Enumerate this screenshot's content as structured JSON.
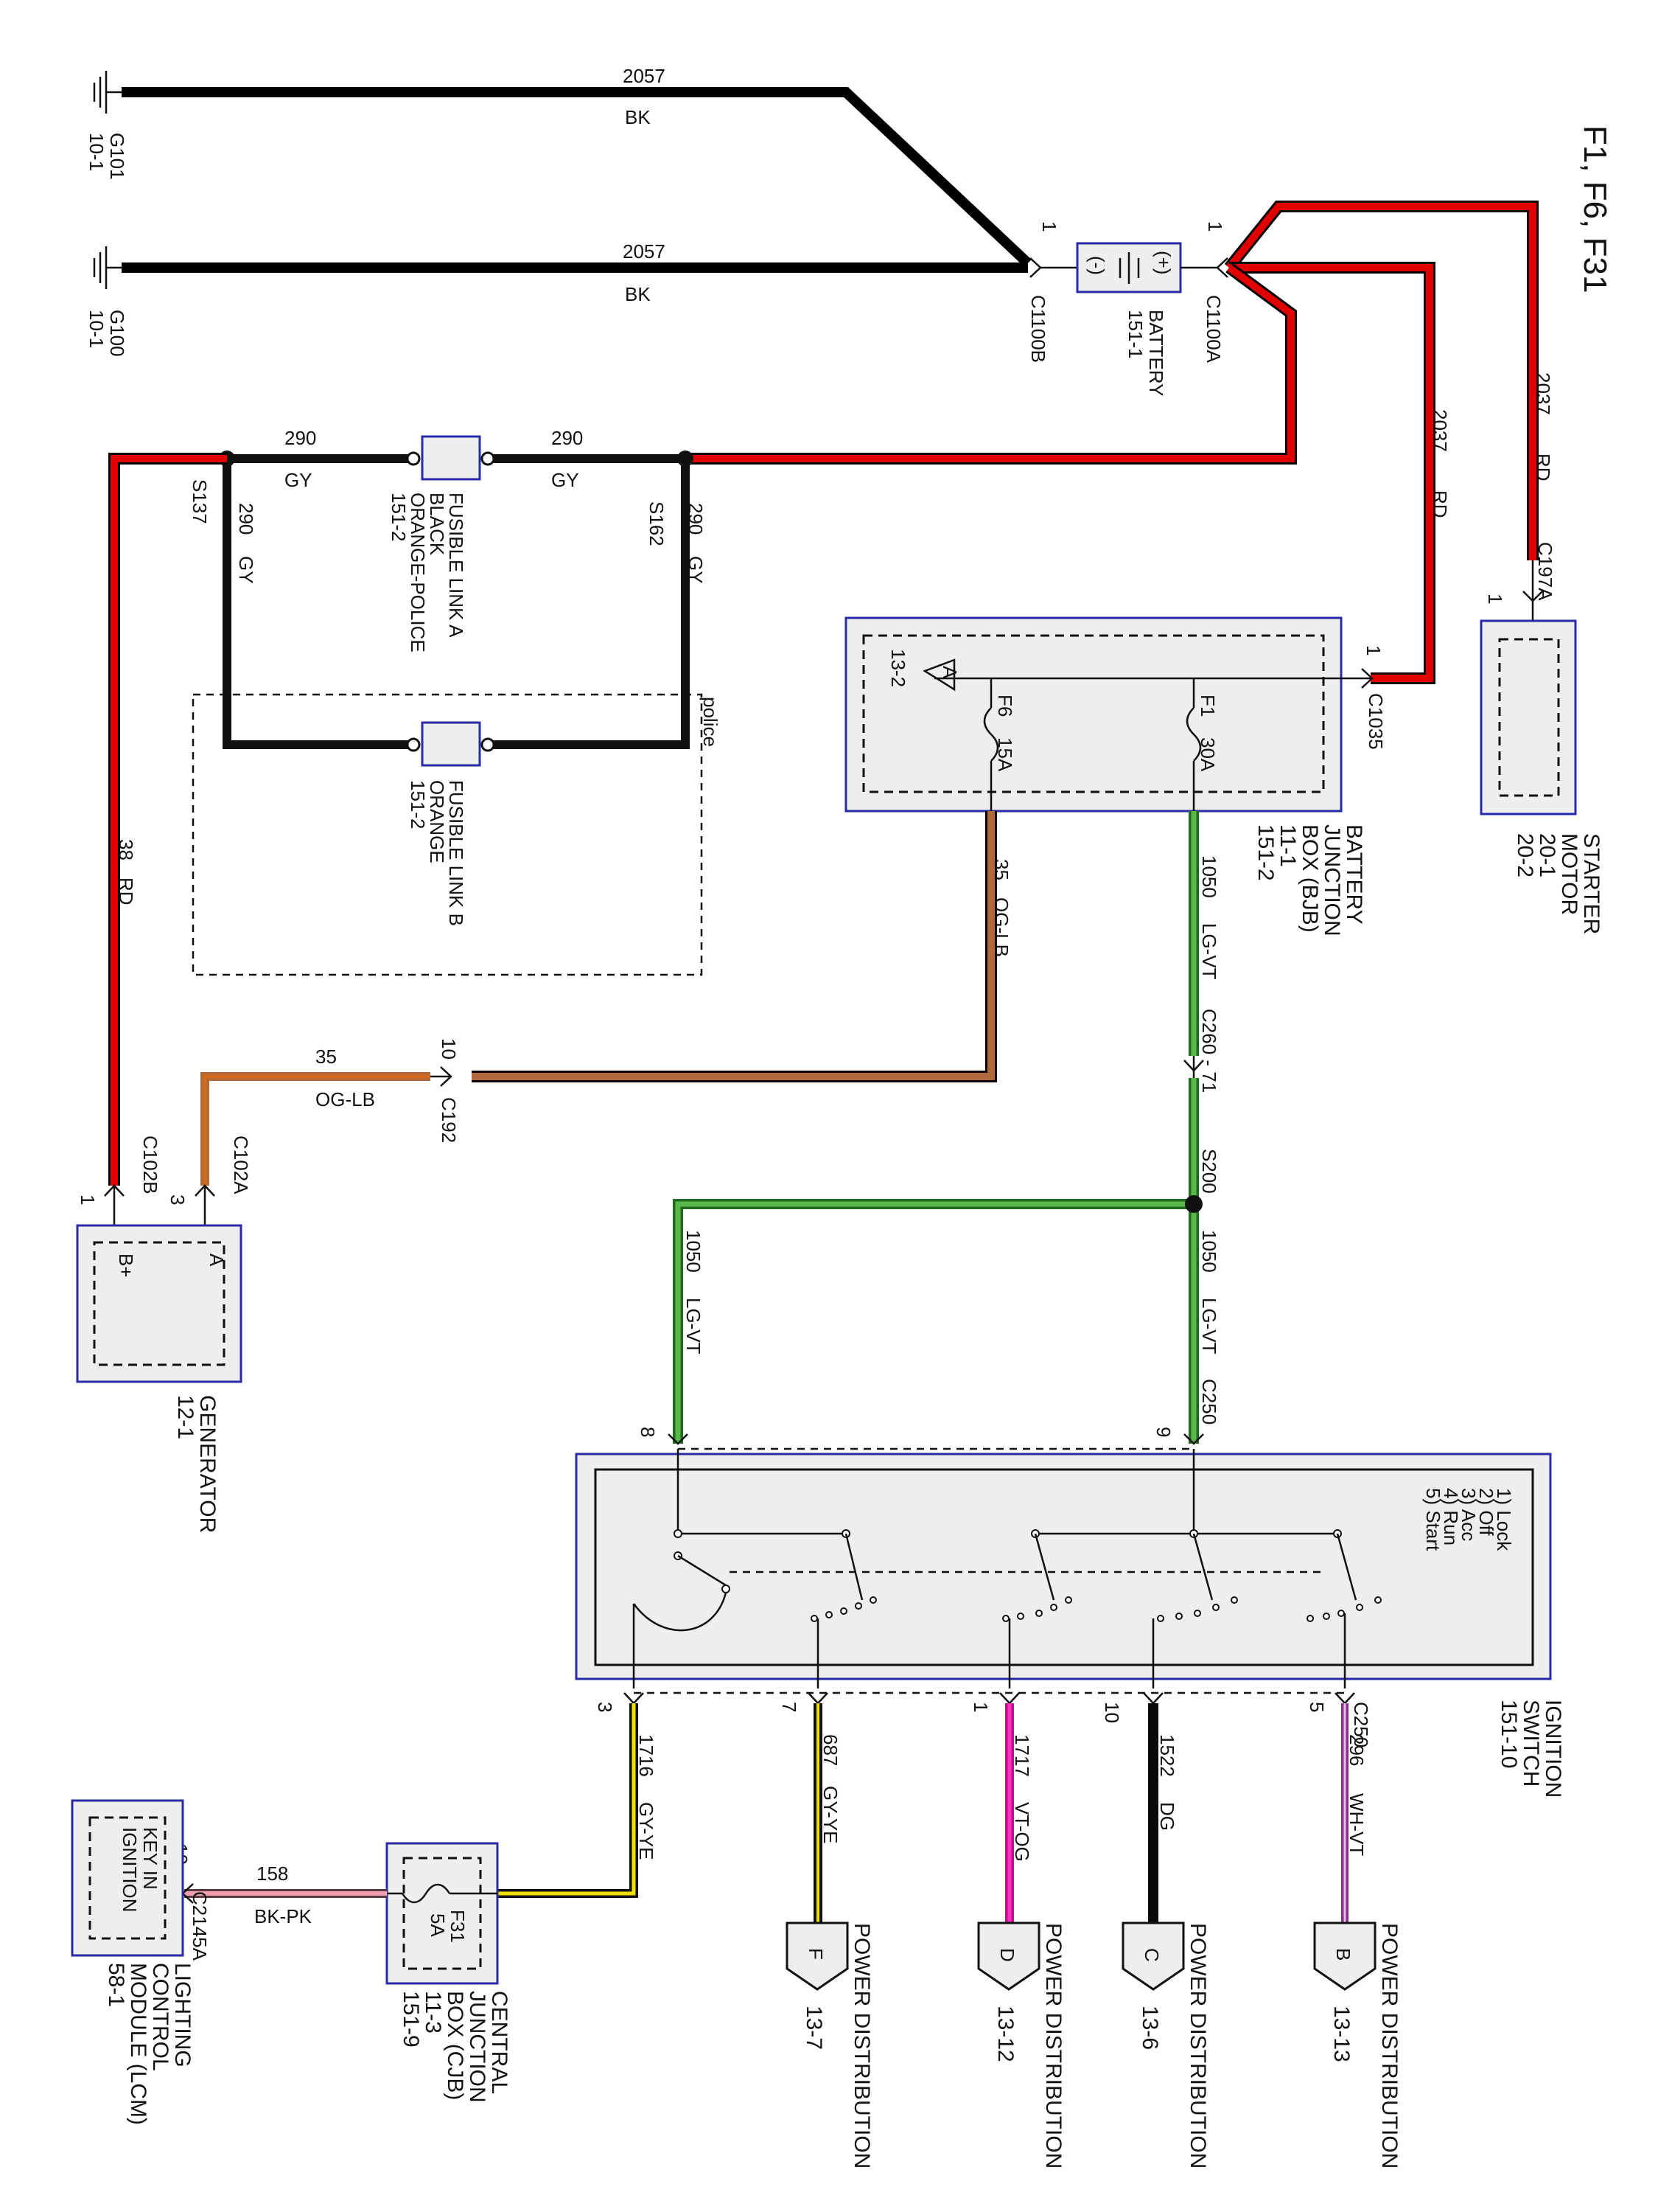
{
  "title": "F1, F6, F31",
  "grounds": [
    {
      "id": "G101",
      "ref": "10-1"
    },
    {
      "id": "G100",
      "ref": "10-1"
    }
  ],
  "battery": {
    "neg_sign": "(-)",
    "pos_sign": "(+)",
    "name": "BATTERY",
    "ref": "151-1",
    "conn_neg": "C1100B",
    "conn_pos": "C1100A",
    "pin": "1"
  },
  "wires": {
    "gnd_top": {
      "num": "2057",
      "color": "BK"
    },
    "gnd_bottom": {
      "num": "2057",
      "color": "BK"
    },
    "batt_bjb": {
      "num": "2037",
      "color": "RD"
    },
    "batt_starter": {
      "num": "2037",
      "color": "RD"
    },
    "fuse_a_left": {
      "num": "290",
      "color": "GY"
    },
    "fuse_a_right": {
      "num": "290",
      "color": "GY"
    },
    "s137_down": {
      "num": "290",
      "color": "GY"
    },
    "s162_down": {
      "num": "290",
      "color": "GY"
    },
    "gen_b": {
      "num": "38",
      "color": "RD"
    },
    "f6_out": {
      "num": "35",
      "color": "OG-LB"
    },
    "c192_gen": {
      "num": "35",
      "color": "OG-LB"
    },
    "f1_out": {
      "num": "1050",
      "color": "LG-VT"
    },
    "s200_right": {
      "num": "1050",
      "color": "LG-VT"
    },
    "s200_left": {
      "num": "1050",
      "color": "LG-VT"
    },
    "pin3": {
      "num": "1716",
      "color": "GY-YE"
    },
    "pin7": {
      "num": "687",
      "color": "GY-YE"
    },
    "pin1": {
      "num": "1717",
      "color": "VT-OG"
    },
    "pin10": {
      "num": "1522",
      "color": "DG"
    },
    "pin5": {
      "num": "296",
      "color": "WH-VT"
    },
    "lcm": {
      "num": "158",
      "color": "BK-PK"
    }
  },
  "splices": {
    "s137": "S137",
    "s162": "S162",
    "s200": "S200"
  },
  "fusible_link_a": {
    "line1": "FUSIBLE LINK A",
    "line2": "BLACK",
    "line3": "ORANGE-POLICE",
    "ref": "151-2"
  },
  "fusible_link_b": {
    "line1": "FUSIBLE LINK B",
    "line2": "ORANGE",
    "ref": "151-2"
  },
  "police_label": "police",
  "starter": {
    "line1": "STARTER",
    "line2": "MOTOR",
    "ref1": "20-1",
    "ref2": "20-2",
    "conn": "C197A",
    "pin": "1"
  },
  "bjb": {
    "line1": "BATTERY",
    "line2": "JUNCTION",
    "line3": "BOX (BJB)",
    "ref1": "11-1",
    "ref2": "151-2",
    "conn": "C1035",
    "pin": "1",
    "ref_symbol": "A",
    "ref_page": "13-2",
    "f1": {
      "name": "F1",
      "rating": "30A"
    },
    "f6": {
      "name": "F6",
      "rating": "15A"
    }
  },
  "c192": {
    "name": "C192",
    "pin": "10"
  },
  "c260": {
    "name": "C260 - 71"
  },
  "generator": {
    "name": "GENERATOR",
    "ref": "12-1",
    "conn_a": "C102A",
    "pin_a": "3",
    "conn_b": "C102B",
    "pin_b": "1",
    "term_a": "A",
    "term_b": "B+"
  },
  "ignition": {
    "line1": "IGNITION",
    "line2": "SWITCH",
    "ref": "151-10",
    "conn": "C250",
    "pin_top_left": "8",
    "pin_top_right": "9",
    "pins_bottom": [
      "3",
      "7",
      "1",
      "10",
      "5"
    ],
    "positions": [
      "1) Lock",
      "2) Off",
      "3) Acc",
      "4) Run",
      "5) Start"
    ]
  },
  "cjb": {
    "line1": "CENTRAL",
    "line2": "JUNCTION",
    "line3": "BOX (CJB)",
    "ref1": "11-3",
    "ref2": "151-9",
    "fuse": "F31",
    "rating": "5A"
  },
  "lcm": {
    "line1": "LIGHTING",
    "line2": "CONTROL",
    "line3": "MODULE (LCM)",
    "ref": "58-1",
    "inner1": "KEY IN",
    "inner2": "IGNITION",
    "conn": "C2145A",
    "pin": "10"
  },
  "power_dist": [
    {
      "label": "POWER DISTRIBUTION",
      "letter": "F",
      "ref": "13-7"
    },
    {
      "label": "POWER DISTRIBUTION",
      "letter": "D",
      "ref": "13-12"
    },
    {
      "label": "POWER DISTRIBUTION",
      "letter": "C",
      "ref": "13-6"
    },
    {
      "label": "POWER DISTRIBUTION",
      "letter": "B",
      "ref": "13-13"
    }
  ],
  "colors": {
    "BK": "#000000",
    "RD": "#e00000",
    "GY": "#1a1a1a",
    "OG": "#d2691e",
    "LB": "#b08060",
    "LG": "#58b84a",
    "VT": "#8e2a8e",
    "YE": "#f0e000",
    "PK": "#f0a0b0",
    "WH": "#ffffff",
    "DG": "#0a0a0a",
    "frame": "#2a2aa8"
  }
}
